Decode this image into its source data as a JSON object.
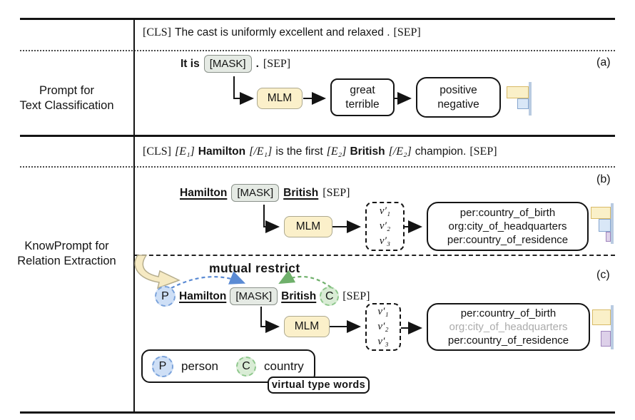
{
  "left_column": {
    "label_a_line1": "Prompt for",
    "label_a_line2": "Text Classification",
    "label_bc_line1": "KnowPrompt for",
    "label_bc_line2": "Relation Extraction"
  },
  "panel_labels": {
    "a": "(a)",
    "b": "(b)",
    "c": "(c)"
  },
  "section_a": {
    "sentence": [
      {
        "x": "[CLS]",
        "c": "s"
      },
      {
        "x": "The cast is uniformly excellent and relaxed .",
        "c": "t"
      },
      {
        "x": "[SEP]",
        "c": "s"
      }
    ],
    "prompt": {
      "prefix": "It is",
      "mask": "[MASK]",
      "period": ".",
      "sep": "[SEP]"
    },
    "mlm": "MLM",
    "verbalizer": [
      "great",
      "terrible"
    ],
    "class_labels": [
      "positive",
      "negative"
    ]
  },
  "section_b": {
    "sentence": [
      {
        "x": "[CLS]",
        "c": "s"
      },
      {
        "x": "[E₁]",
        "c": "m"
      },
      {
        "x": "Hamilton",
        "c": "b"
      },
      {
        "x": "[/E₁]",
        "c": "m"
      },
      {
        "x": "is the first",
        "c": "t"
      },
      {
        "x": "[E₂]",
        "c": "m"
      },
      {
        "x": "British",
        "c": "b"
      },
      {
        "x": "[/E₂]",
        "c": "m"
      },
      {
        "x": "champion.",
        "c": "t"
      },
      {
        "x": "[SEP]",
        "c": "s"
      }
    ],
    "prompt": {
      "subject": "Hamilton",
      "mask": "[MASK]",
      "object": "British",
      "sep": "[SEP]"
    },
    "mlm": "MLM",
    "answer_words": [
      "v′₁",
      "v′₂",
      "v′₃"
    ],
    "relations": [
      "per:country_of_birth",
      "org:city_of_headquarters",
      "per:country_of_residence"
    ]
  },
  "section_c": {
    "mutual_restrict": "mutual restrict",
    "prompt": {
      "subject_type": "P",
      "subject": "Hamilton",
      "mask": "[MASK]",
      "object": "British",
      "object_type": "C",
      "sep": "[SEP]"
    },
    "mlm": "MLM",
    "answer_words": [
      "v′₁",
      "v′₂",
      "v′₃"
    ],
    "relations": [
      "per:country_of_birth",
      "org:city_of_headquarters",
      "per:country_of_residence"
    ],
    "legend": {
      "p": "P",
      "p_label": "person",
      "c": "C",
      "c_label": "country",
      "callout": "virtual type words"
    }
  },
  "prob_charts": {
    "a": {
      "bars": [
        {
          "w": 31,
          "h": 17,
          "mt": 6,
          "fill": "#FAF0C8",
          "border": "#D8BA66"
        },
        {
          "w": 16,
          "h": 15,
          "mt": 0,
          "fill": "#D9E7F7",
          "border": "#85A5CE"
        }
      ]
    },
    "b": {
      "bars": [
        {
          "w": 28,
          "h": 17,
          "mt": 5,
          "fill": "#FAF0C8",
          "border": "#D8BA66"
        },
        {
          "w": 17,
          "h": 18,
          "mt": 0,
          "fill": "#D9E7F7",
          "border": "#85A5CE"
        },
        {
          "w": 7,
          "h": 14,
          "mt": 0,
          "fill": "#DFD3EA",
          "border": "#9F84BC"
        }
      ]
    },
    "c": {
      "bars": [
        {
          "w": 26,
          "h": 22,
          "mt": 6,
          "fill": "#FAF0C8",
          "border": "#D8BA66"
        },
        {
          "w": 14,
          "h": 22,
          "mt": 8,
          "fill": "#DDD0E9",
          "border": "#9F84BC"
        }
      ]
    }
  },
  "colors": {
    "mlm_fill": "#FBF0CA",
    "mask_fill": "#E5EAE4",
    "axis": "#B9CBE1",
    "person_fill": "#CEDFF6",
    "person_border": "#7BA3DB",
    "country_fill": "#D9ECD5",
    "country_border": "#8FC88D",
    "arc_blue": "#5B8BD4",
    "arc_green": "#6FB06B",
    "loop_arrow_fill": "#F6EAC3"
  }
}
